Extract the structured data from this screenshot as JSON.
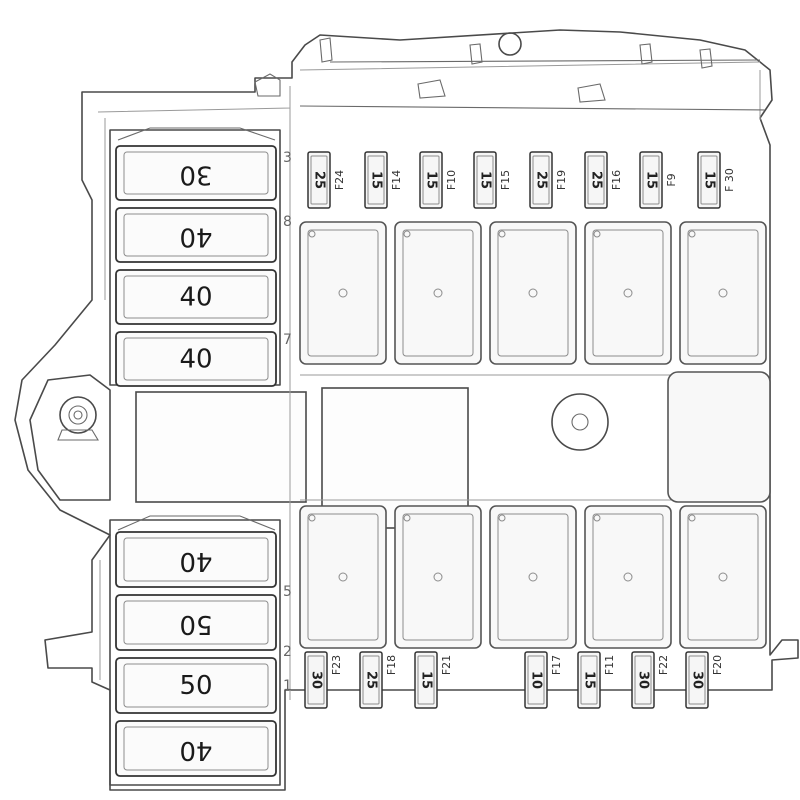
{
  "maxi_fuses_top": [
    {
      "value": "30",
      "flipped": true
    },
    {
      "value": "40",
      "flipped": true
    },
    {
      "value": "40",
      "flipped": false
    },
    {
      "value": "40",
      "flipped": false
    }
  ],
  "maxi_fuses_bottom": [
    {
      "value": "40",
      "flipped": true
    },
    {
      "value": "50",
      "flipped": true
    },
    {
      "value": "50",
      "flipped": false
    },
    {
      "value": "40",
      "flipped": true
    }
  ],
  "mini_fuses_top": [
    {
      "value": "25",
      "label": "F24"
    },
    {
      "value": "15",
      "label": "F14"
    },
    {
      "value": "15",
      "label": "F10"
    },
    {
      "value": "15",
      "label": "F15"
    },
    {
      "value": "25",
      "label": "F19"
    },
    {
      "value": "25",
      "label": "F16"
    },
    {
      "value": "15",
      "label": "F9"
    },
    {
      "value": "15",
      "label": "F 30"
    }
  ],
  "mini_fuses_bottom": [
    {
      "value": "30",
      "label": "F23"
    },
    {
      "value": "25",
      "label": "F18"
    },
    {
      "value": "15",
      "label": "F21"
    },
    {
      "value": "10",
      "label": "F17"
    },
    {
      "value": "15",
      "label": "F11"
    },
    {
      "value": "30",
      "label": "F22"
    },
    {
      "value": "30",
      "label": "F20"
    }
  ],
  "position_numbers": [
    "3",
    "8",
    "7",
    "5",
    "2",
    "1"
  ],
  "relays_top_count": 5,
  "relays_bottom_count": 5
}
